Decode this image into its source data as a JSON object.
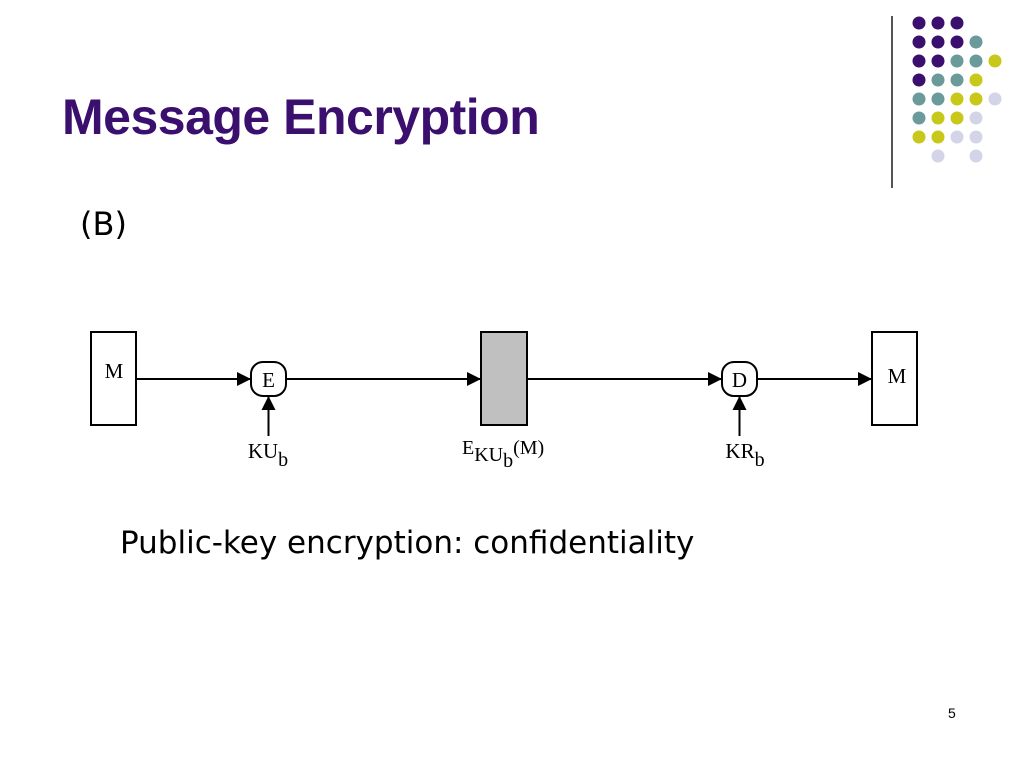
{
  "slide": {
    "title": "Message Encryption",
    "subtitle": "(B)",
    "caption": "Public-key encryption: confidentiality",
    "page_number": "5"
  },
  "diagram": {
    "left_box": "M",
    "encrypt": "E",
    "key_in_main": "KU",
    "key_in_sub": "b",
    "cipher_e": "E",
    "cipher_key": "KU",
    "cipher_key_sub": "b",
    "cipher_arg": "(M)",
    "decrypt": "D",
    "key_out_main": "KR",
    "key_out_sub": "b",
    "right_box": "M"
  },
  "colors": {
    "title": "#3a0f6e",
    "purple": "#3a0f6e",
    "teal": "#6a9a9a",
    "yellow": "#c8c81a",
    "lavender": "#d4d4e8",
    "cipher_fill": "#c0c0c0"
  }
}
